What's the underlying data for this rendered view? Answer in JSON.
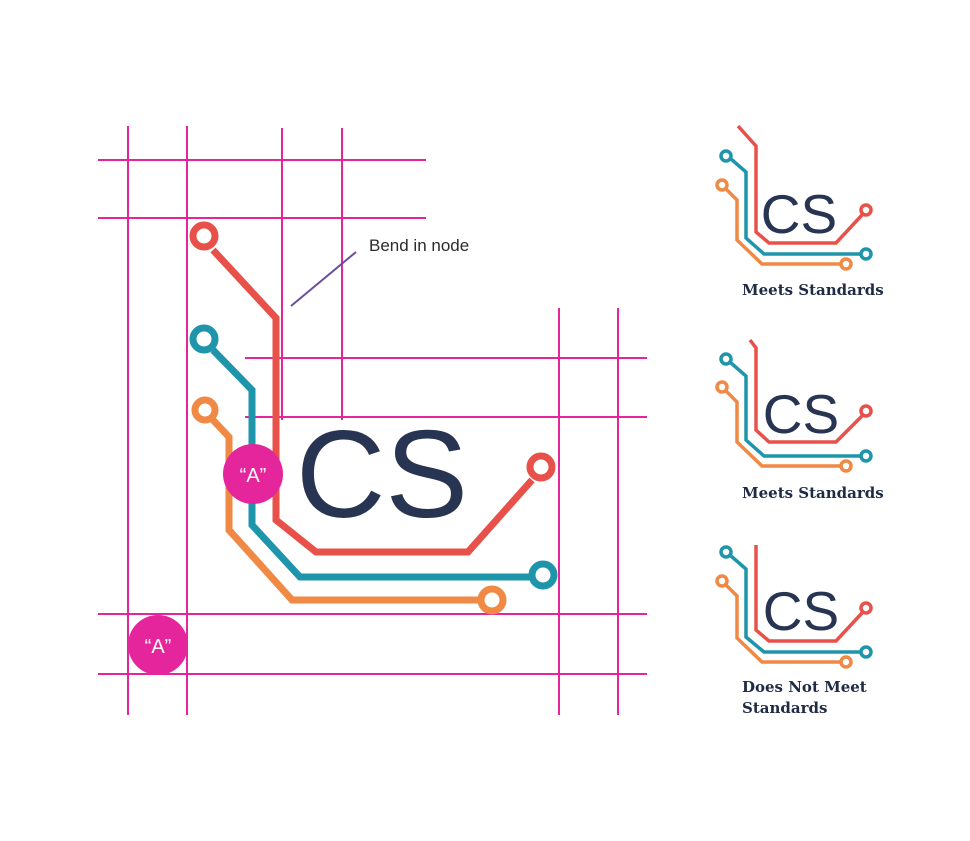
{
  "colors": {
    "grid": "#e5259b",
    "red": "#e8504a",
    "teal": "#1e95ab",
    "orange": "#ef8943",
    "navy": "#283552",
    "callout": "#6a4e9c",
    "badge": "#e5259b"
  },
  "main": {
    "logo_text": "CS",
    "callout_label": "Bend in node",
    "badge_upper": "“A”",
    "badge_lower": "“A”"
  },
  "variants": [
    {
      "logo_text": "CS",
      "caption_lines": [
        "Meets Standards"
      ]
    },
    {
      "logo_text": "CS",
      "caption_lines": [
        "Meets Standards"
      ]
    },
    {
      "logo_text": "CS",
      "caption_lines": [
        "Does Not Meet",
        "Standards"
      ]
    }
  ]
}
